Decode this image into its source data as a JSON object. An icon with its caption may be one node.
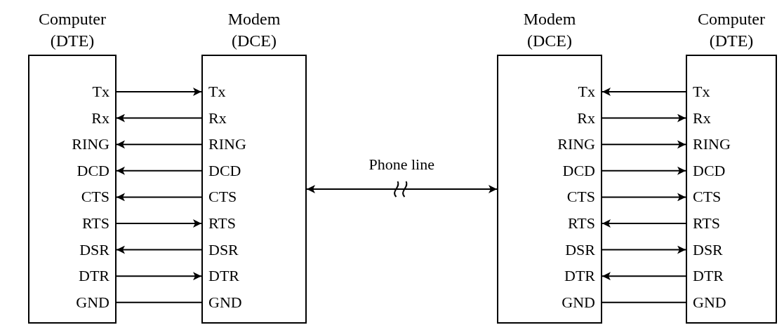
{
  "diagram": {
    "nodes": [
      {
        "text": [
          "Computer (DTE)"
        ]
      },
      {
        "text": [
          "Tx"
        ],
        "in": 0
      },
      {
        "text": [
          "Rx"
        ],
        "in": 0
      },
      {
        "text": [
          "RING"
        ],
        "in": 0
      },
      {
        "text": [
          "DCD"
        ],
        "in": 0
      },
      {
        "text": [
          "CTS"
        ],
        "in": 0
      },
      {
        "text": [
          "RTS"
        ],
        "in": 0
      },
      {
        "text": [
          "DSR"
        ],
        "in": 0
      },
      {
        "text": [
          "DTR"
        ],
        "in": 0
      },
      {
        "text": [
          "GND"
        ],
        "in": 0
      },
      {
        "text": [
          "Modem (DCE)"
        ]
      },
      {
        "text": [
          "Tx"
        ],
        "in": 10
      },
      {
        "text": [
          "Rx"
        ],
        "in": 10
      },
      {
        "text": [
          "RING"
        ],
        "in": 10
      },
      {
        "text": [
          "DCD"
        ],
        "in": 10
      },
      {
        "text": [
          "CTS"
        ],
        "in": 10
      },
      {
        "text": [
          "RTS"
        ],
        "in": 10
      },
      {
        "text": [
          "DSR"
        ],
        "in": 10
      },
      {
        "text": [
          "DTR"
        ],
        "in": 10
      },
      {
        "text": [
          "GND"
        ],
        "in": 10
      },
      {
        "text": [
          "Modem (DCE)"
        ]
      },
      {
        "text": [
          "Tx"
        ],
        "in": 20
      },
      {
        "text": [
          "Rx"
        ],
        "in": 20
      },
      {
        "text": [
          "RING"
        ],
        "in": 20
      },
      {
        "text": [
          "DCD"
        ],
        "in": 20
      },
      {
        "text": [
          "CTS"
        ],
        "in": 20
      },
      {
        "text": [
          "RTS"
        ],
        "in": 20
      },
      {
        "text": [
          "DSR"
        ],
        "in": 20
      },
      {
        "text": [
          "DTR"
        ],
        "in": 20
      },
      {
        "text": [
          "GND"
        ],
        "in": 20
      },
      {
        "text": [
          "Computer (DTE)"
        ]
      },
      {
        "text": [
          "Tx"
        ],
        "in": 30
      },
      {
        "text": [
          "Rx"
        ],
        "in": 30
      },
      {
        "text": [
          "RING"
        ],
        "in": 30
      },
      {
        "text": [
          "DCD"
        ],
        "in": 30
      },
      {
        "text": [
          "CTS"
        ],
        "in": 30
      },
      {
        "text": [
          "RTS"
        ],
        "in": 30
      },
      {
        "text": [
          "DSR"
        ],
        "in": 30
      },
      {
        "text": [
          "DTR"
        ],
        "in": 30
      },
      {
        "text": [
          "GND"
        ],
        "in": 30
      }
    ],
    "edges": [
      {
        "from": 1,
        "to": 11,
        "arrow": "to"
      },
      {
        "from": 12,
        "to": 2,
        "arrow": "to"
      },
      {
        "from": 13,
        "to": 3,
        "arrow": "to"
      },
      {
        "from": 14,
        "to": 4,
        "arrow": "to"
      },
      {
        "from": 15,
        "to": 5,
        "arrow": "to"
      },
      {
        "from": 6,
        "to": 16,
        "arrow": "to"
      },
      {
        "from": 17,
        "to": 7,
        "arrow": "to"
      },
      {
        "from": 8,
        "to": 18,
        "arrow": "to"
      },
      {
        "from": 9,
        "to": 19,
        "arrow": "none"
      },
      {
        "from": 10,
        "to": 20,
        "arrow": "both",
        "label": "Phone line"
      },
      {
        "from": 31,
        "to": 21,
        "arrow": "to"
      },
      {
        "from": 22,
        "to": 32,
        "arrow": "to"
      },
      {
        "from": 23,
        "to": 33,
        "arrow": "to"
      },
      {
        "from": 24,
        "to": 34,
        "arrow": "to"
      },
      {
        "from": 25,
        "to": 35,
        "arrow": "to"
      },
      {
        "from": 36,
        "to": 26,
        "arrow": "to"
      },
      {
        "from": 27,
        "to": 37,
        "arrow": "to"
      },
      {
        "from": 38,
        "to": 28,
        "arrow": "to"
      },
      {
        "from": 29,
        "to": 39,
        "arrow": "none"
      }
    ]
  }
}
